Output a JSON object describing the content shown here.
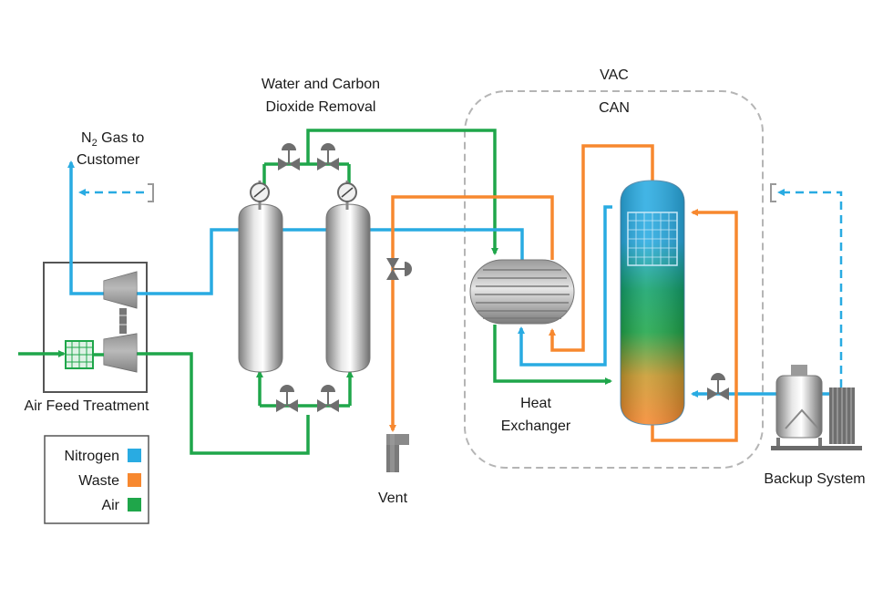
{
  "labels": {
    "vac": "VAC",
    "can": "CAN",
    "removal_line1": "Water and Carbon",
    "removal_line2": "Dioxide Removal",
    "n2_line1_pre": "N",
    "n2_line1_sub": "2",
    "n2_line1_post": " Gas to",
    "n2_line2": "Customer",
    "air_feed": "Air Feed Treatment",
    "vent": "Vent",
    "heat_line1": "Heat",
    "heat_line2": "Exchanger",
    "backup": "Backup System"
  },
  "legend": [
    {
      "label": "Nitrogen",
      "color": "#29abe2"
    },
    {
      "label": "Waste",
      "color": "#f7882f"
    },
    {
      "label": "Air",
      "color": "#1fa64a"
    }
  ],
  "colors": {
    "nitrogen": "#29abe2",
    "waste": "#f7882f",
    "air": "#1fa64a",
    "equipment": "#9a9a9a",
    "frame": "#b5b5b5"
  },
  "icons": [
    "compressor-icon",
    "filter-icon",
    "valve-icon",
    "gauge-icon",
    "adsorber-vessel-icon",
    "heat-exchanger-icon",
    "distillation-column-icon",
    "vent-icon",
    "backup-tank-icon"
  ]
}
